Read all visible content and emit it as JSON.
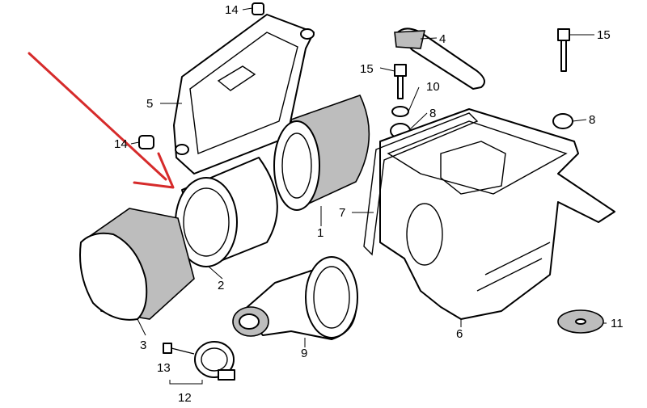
{
  "diagram": {
    "callouts": [
      {
        "id": "c1",
        "label": "1"
      },
      {
        "id": "c2",
        "label": "2"
      },
      {
        "id": "c3",
        "label": "3"
      },
      {
        "id": "c4",
        "label": "4"
      },
      {
        "id": "c5",
        "label": "5"
      },
      {
        "id": "c6",
        "label": "6"
      },
      {
        "id": "c7",
        "label": "7"
      },
      {
        "id": "c8a",
        "label": "8"
      },
      {
        "id": "c8b",
        "label": "8"
      },
      {
        "id": "c9",
        "label": "9"
      },
      {
        "id": "c10",
        "label": "10"
      },
      {
        "id": "c11",
        "label": "11"
      },
      {
        "id": "c12",
        "label": "12"
      },
      {
        "id": "c13",
        "label": "13"
      },
      {
        "id": "c14a",
        "label": "14"
      },
      {
        "id": "c14b",
        "label": "14"
      },
      {
        "id": "c15a",
        "label": "15"
      },
      {
        "id": "c15b",
        "label": "15"
      }
    ],
    "arrow_color": "#d62b2b"
  }
}
